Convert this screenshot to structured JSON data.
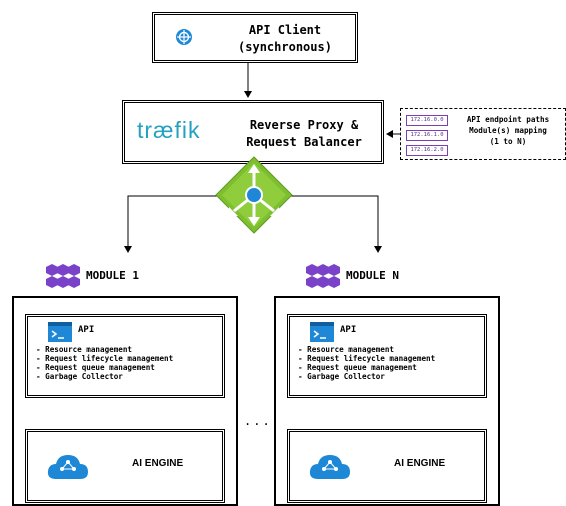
{
  "client": {
    "line1": "API Client",
    "line2": "(synchronous)"
  },
  "proxy": {
    "logo_text": "træfik",
    "line1": "Reverse Proxy &",
    "line2": "Request Balancer"
  },
  "legend": {
    "ips": [
      "172.16.0.0",
      "172.16.1.0",
      "172.16.2.0"
    ],
    "line1": "API endpoint paths",
    "line2": "Module(s) mapping",
    "line3": "(1 to N)"
  },
  "modules": [
    {
      "title": "MODULE 1",
      "api_title": "API",
      "api_items": [
        "- Resource management",
        "- Request lifecycle management",
        "- Request queue management",
        "- Garbage Collector"
      ],
      "engine_label": "AI ENGINE"
    },
    {
      "title": "MODULE N",
      "api_title": "API",
      "api_items": [
        "- Resource management",
        "- Request lifecycle management",
        "- Request queue management",
        "- Garbage Collector"
      ],
      "engine_label": "AI ENGINE"
    }
  ],
  "ellipsis": "...",
  "colors": {
    "purple": "#7b3fb3",
    "k8s_purple": "#7a42c8",
    "azure_blue": "#1e88d6",
    "lb_green": "#7dbf2e"
  },
  "icons": [
    "azure-cloud-icon",
    "load-balancer-icon",
    "kubernetes-cluster-icon",
    "terminal-icon",
    "ai-cloud-icon"
  ]
}
